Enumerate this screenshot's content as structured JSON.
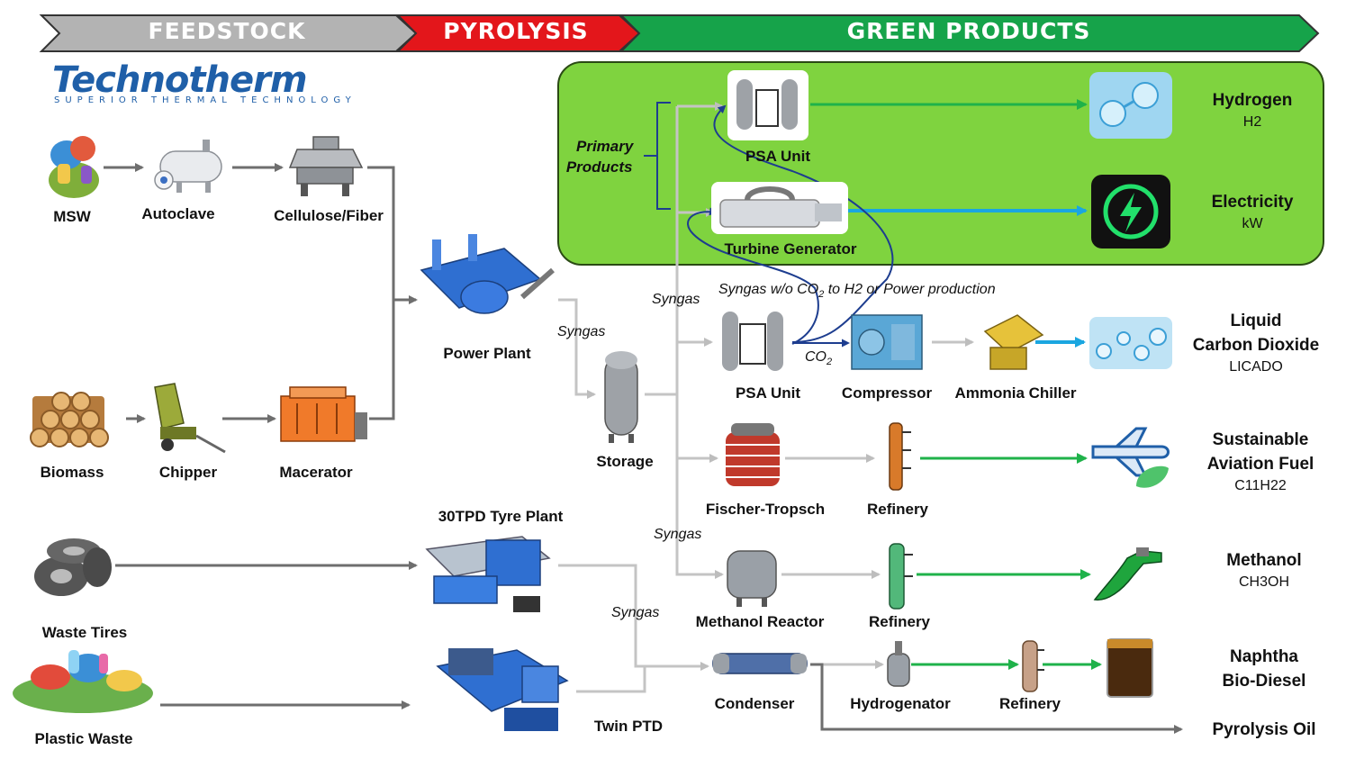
{
  "stages": {
    "feedstock": "FEEDSTOCK",
    "pyrolysis": "PYROLYSIS",
    "green_products": "GREEN PRODUCTS"
  },
  "logo": {
    "name": "Technotherm",
    "tagline": "SUPERIOR THERMAL TECHNOLOGY"
  },
  "feedstock": {
    "msw": "MSW",
    "autoclave": "Autoclave",
    "cellulose": "Cellulose/Fiber",
    "biomass": "Biomass",
    "chipper": "Chipper",
    "macerator": "Macerator",
    "waste_tires": "Waste Tires",
    "plastic_waste": "Plastic Waste"
  },
  "pyrolysis": {
    "power_plant": "Power Plant",
    "tyre_plant": "30TPD Tyre Plant",
    "twin_ptd": "Twin PTD",
    "storage": "Storage"
  },
  "processing": {
    "psa_unit_top": "PSA Unit",
    "turbine_generator": "Turbine Generator",
    "psa_unit": "PSA Unit",
    "compressor": "Compressor",
    "ammonia_chiller": "Ammonia Chiller",
    "fischer_tropsch": "Fischer-Tropsch",
    "refinery_saf": "Refinery",
    "methanol_reactor": "Methanol Reactor",
    "refinery_methanol": "Refinery",
    "condenser": "Condenser",
    "hydrogenator": "Hydrogenator",
    "refinery_naphtha": "Refinery"
  },
  "flow_labels": {
    "primary_products_1": "Primary",
    "primary_products_2": "Products",
    "syngas_1": "Syngas",
    "syngas_2": "Syngas",
    "syngas_3": "Syngas",
    "syngas_4": "Syngas",
    "syngas_note": "Syngas w/o CO",
    "syngas_note_sub": "2",
    "syngas_note_tail": " to H2 or Power production",
    "co2": "CO",
    "co2_sub": "2"
  },
  "products": {
    "hydrogen": {
      "name": "Hydrogen",
      "formula": "H2"
    },
    "electricity": {
      "name": "Electricity",
      "formula": "kW"
    },
    "lco2": {
      "name1": "Liquid",
      "name2": "Carbon Dioxide",
      "formula": "LICADO"
    },
    "saf": {
      "name1": "Sustainable",
      "name2": "Aviation Fuel",
      "formula": "C11H22"
    },
    "methanol": {
      "name": "Methanol",
      "formula": "CH3OH"
    },
    "naphtha": {
      "name1": "Naphtha",
      "name2": "Bio-Diesel"
    },
    "pyrolysis_oil": {
      "name": "Pyrolysis Oil"
    }
  },
  "colors": {
    "feedstock_banner": "#b3b3b3",
    "pyrolysis_banner": "#e3161b",
    "green_banner": "#16a34a",
    "primary_panel": "#7fd33f",
    "arrow_gray": "#6e6e6e",
    "arrow_light": "#c4c4c4",
    "arrow_green": "#1fb24a",
    "arrow_blue": "#1aa6e0",
    "logo_blue": "#1f5fa8"
  }
}
